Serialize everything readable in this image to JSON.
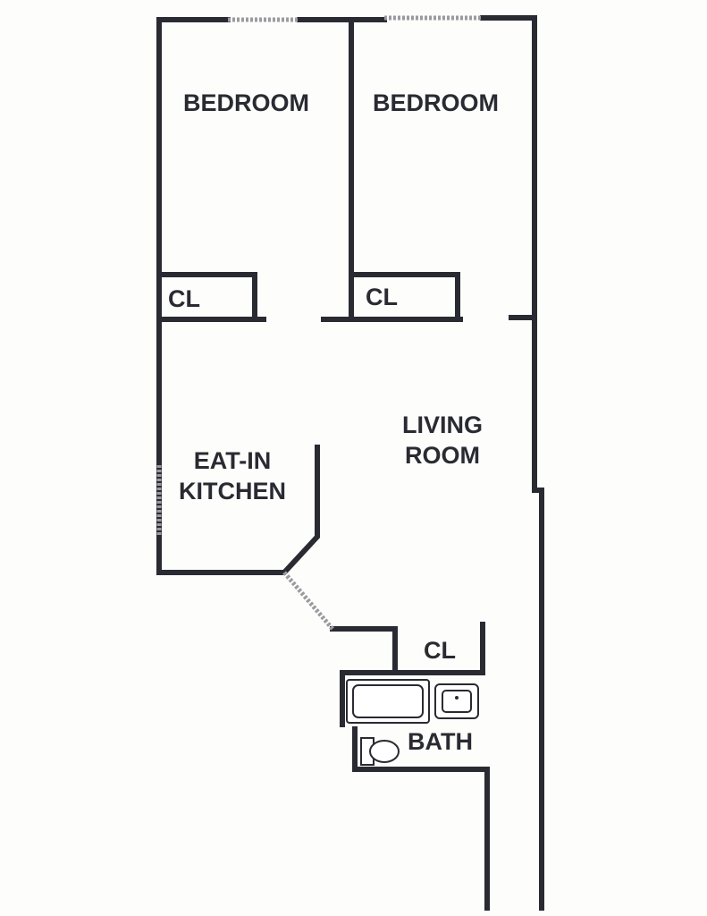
{
  "title": "Two Bedroom Floor Plan",
  "rooms": {
    "bedroom_1": "BEDROOM",
    "bedroom_2": "BEDROOM",
    "closet_1": "CL",
    "closet_2": "CL",
    "living_line1": "LIVING",
    "living_line2": "ROOM",
    "kitchen_line1": "EAT-IN",
    "kitchen_line2": "KITCHEN",
    "closet_3": "CL",
    "bath": "BATH"
  }
}
